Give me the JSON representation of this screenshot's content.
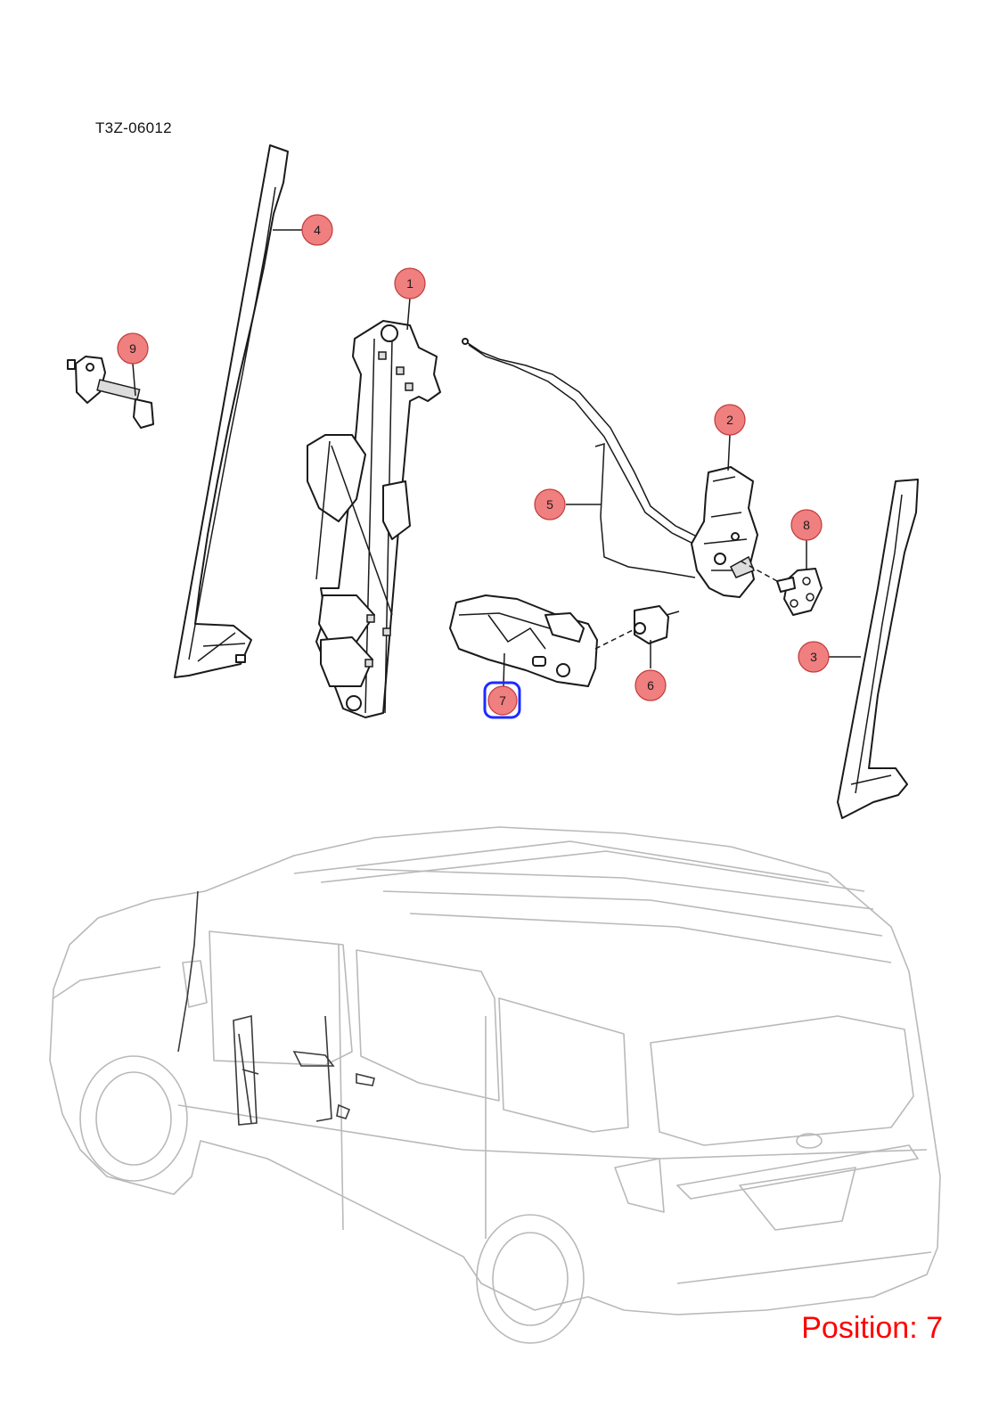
{
  "drawing_code": "T3Z-06012",
  "position_label": "Position: 7",
  "selected_callout": "7",
  "colors": {
    "callout_fill": "#f07f7f",
    "highlight": "#1d2bff",
    "position_text": "#ff0000",
    "van_outline": "#b9b9b9"
  },
  "callouts": [
    {
      "id": "1",
      "label": "1",
      "part": "window-regulator"
    },
    {
      "id": "2",
      "label": "2",
      "part": "door-lock"
    },
    {
      "id": "3",
      "label": "3",
      "part": "rear-glass-run-channel"
    },
    {
      "id": "4",
      "label": "4",
      "part": "front-glass-run-channel"
    },
    {
      "id": "5",
      "label": "5",
      "part": "lock-rod"
    },
    {
      "id": "6",
      "label": "6",
      "part": "lock-cylinder"
    },
    {
      "id": "7",
      "label": "7",
      "part": "outside-door-handle"
    },
    {
      "id": "8",
      "label": "8",
      "part": "striker-plate"
    },
    {
      "id": "9",
      "label": "9",
      "part": "door-check-strap"
    }
  ]
}
